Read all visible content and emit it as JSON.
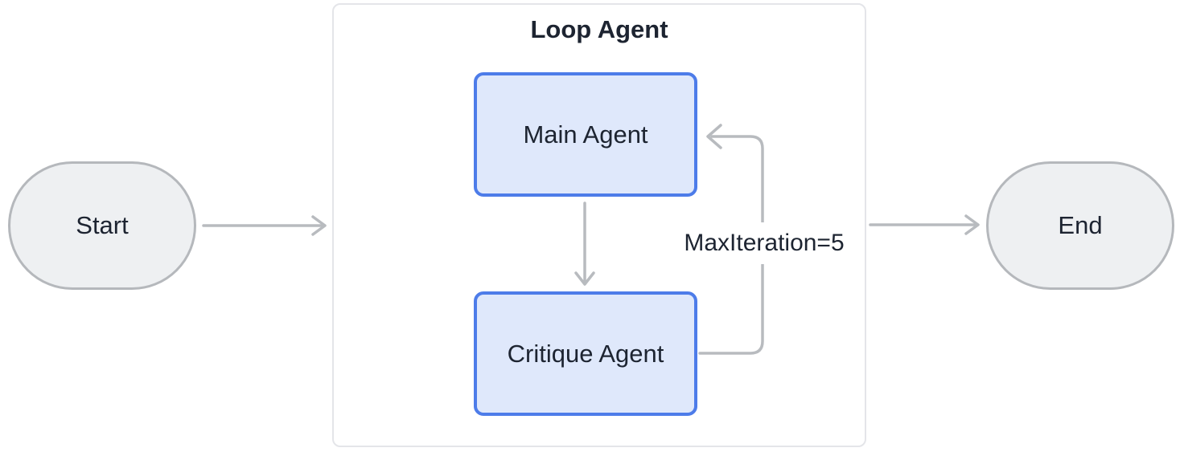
{
  "diagram": {
    "type": "flowchart",
    "direction": "left-to-right",
    "nodes": {
      "start": {
        "label": "Start",
        "shape": "stadium"
      },
      "loop_agent": {
        "title": "Loop Agent",
        "shape": "container",
        "children": [
          {
            "id": "main_agent",
            "label": "Main Agent",
            "shape": "rounded-rect"
          },
          {
            "id": "critique_agent",
            "label": "Critique Agent",
            "shape": "rounded-rect"
          }
        ],
        "loop_edge_label": "MaxIteration=5"
      },
      "end": {
        "label": "End",
        "shape": "stadium"
      }
    },
    "edges": [
      {
        "from": "start",
        "to": "loop_agent",
        "label": ""
      },
      {
        "from": "main_agent",
        "to": "critique_agent",
        "label": ""
      },
      {
        "from": "critique_agent",
        "to": "main_agent",
        "label": "MaxIteration=5"
      },
      {
        "from": "loop_agent",
        "to": "end",
        "label": ""
      }
    ],
    "colors": {
      "node_fill": "#eef0f2",
      "node_border": "#b5b8bc",
      "agent_fill": "#dfe8fb",
      "agent_border": "#4d7ce9",
      "container_border": "#e4e5e9",
      "edge": "#b8bbbf",
      "text": "#1d2431",
      "bg": "#ffffff"
    }
  }
}
